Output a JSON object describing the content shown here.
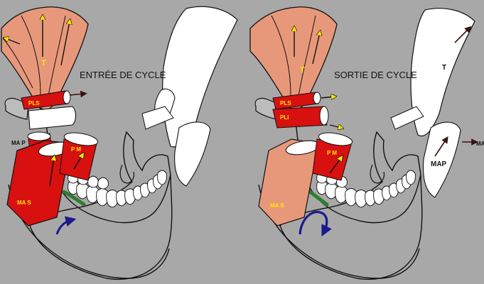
{
  "colors": {
    "background": "#a8a8a8",
    "temporalis": "#e8987a",
    "active_muscle": "#d81010",
    "inactive_muscle": "#ffffff",
    "arrow_yellow": "#ffe600",
    "arrow_dark": "#3a1010",
    "rotation_arrow": "#1a1a8c",
    "cartilage_green": "#2e7d32"
  },
  "panels": [
    {
      "title": "ENTRÉE DE CYCLE",
      "labels": {
        "t": "T",
        "pls": "PLS",
        "map": "MA P",
        "pm": "P M",
        "mas": "MA S"
      }
    },
    {
      "title": "SORTIE DE CYCLE",
      "labels": {
        "t_left": "T",
        "pls": "PLS",
        "pli": "PLI",
        "pm": "P M",
        "mas": "MA S",
        "t_right": "T",
        "map_right": "MAP",
        "ma_cut": "MA"
      }
    }
  ],
  "icons": [
    "rotation-arrow-icon",
    "force-arrow-icon"
  ]
}
